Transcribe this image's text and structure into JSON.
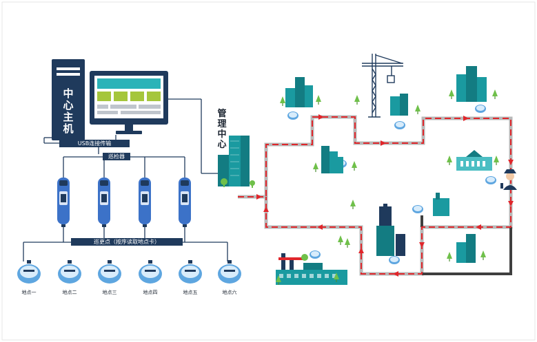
{
  "host": {
    "label_chars": [
      "中",
      "心",
      "主",
      "机"
    ]
  },
  "mgmt": {
    "label_chars": [
      "管",
      "理",
      "中",
      "心"
    ]
  },
  "usb_label": "USB连接传输",
  "reader_label": "巡检器",
  "checkpoint_label": "巡更点（按序读取地点卡）",
  "points": [
    "地点一",
    "地点二",
    "地点三",
    "地点四",
    "地点五",
    "地点六"
  ],
  "colors": {
    "navy": "#1f3a5c",
    "teal": "#1a9aa0",
    "teal_dark": "#137c82",
    "route_red": "#e0262b",
    "route_gray": "#9c9c9c",
    "screen": "#2bb3b8",
    "bar_green": "#a5c63b",
    "device_blue": "#3c72c8",
    "tree": "#6fc04a"
  },
  "icons": [
    "desktop-computer-icon",
    "monitor-icon",
    "patrol-reader-icon",
    "checkpoint-tag-icon",
    "building-icon",
    "tower-crane-icon",
    "factory-icon",
    "security-guard-icon",
    "tree-icon"
  ]
}
